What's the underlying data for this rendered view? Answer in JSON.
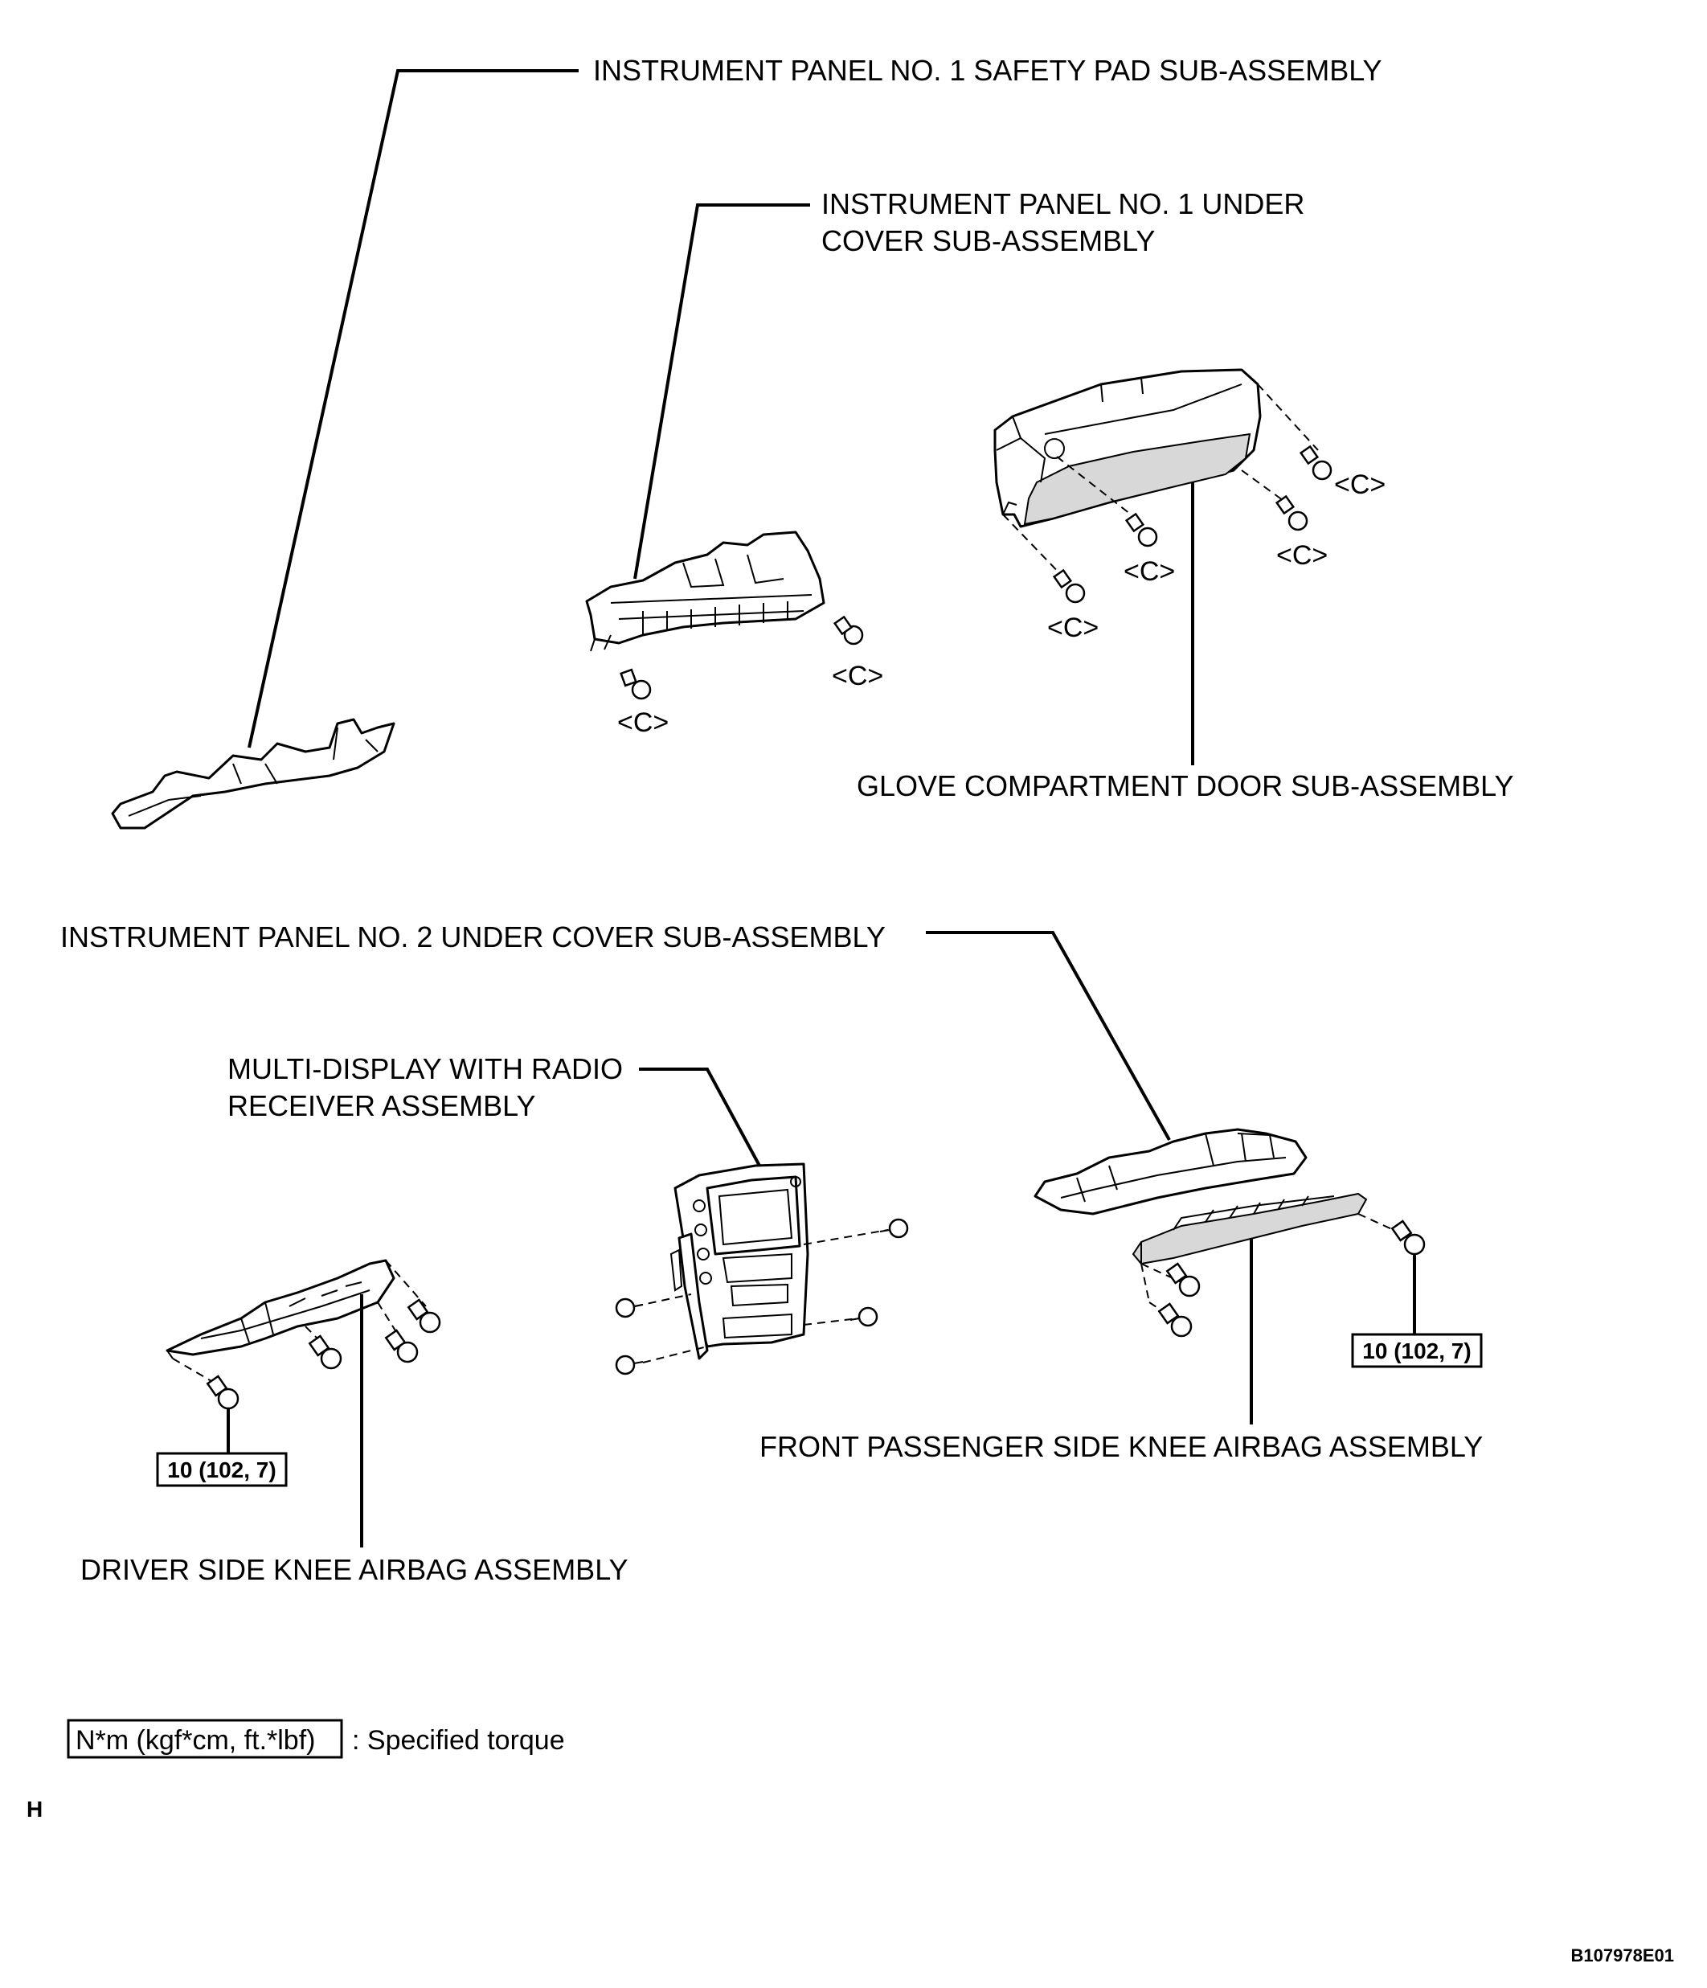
{
  "labels": {
    "safety_pad": "INSTRUMENT PANEL NO. 1 SAFETY PAD SUB-ASSEMBLY",
    "under_cover_1_line1": "INSTRUMENT PANEL NO. 1 UNDER",
    "under_cover_1_line2": "COVER SUB-ASSEMBLY",
    "glove_door": "GLOVE COMPARTMENT DOOR SUB-ASSEMBLY",
    "under_cover_2": "INSTRUMENT PANEL NO. 2 UNDER COVER SUB-ASSEMBLY",
    "multi_display_line1": "MULTI-DISPLAY WITH RADIO",
    "multi_display_line2": "RECEIVER ASSEMBLY",
    "passenger_knee_airbag": "FRONT PASSENGER SIDE KNEE AIRBAG ASSEMBLY",
    "driver_knee_airbag": "DRIVER SIDE KNEE AIRBAG ASSEMBLY"
  },
  "clip_marks": {
    "c": "<C>"
  },
  "torque_spec": {
    "passenger": "10 (102, 7)",
    "driver": "10 (102, 7)"
  },
  "legend": {
    "units": "N*m (kgf*cm, ft.*lbf)",
    "meaning": ": Specified torque"
  },
  "corner_mark": "H",
  "figure_id": "B107978E01",
  "icons": [
    "bolt-icon",
    "clip-icon"
  ]
}
